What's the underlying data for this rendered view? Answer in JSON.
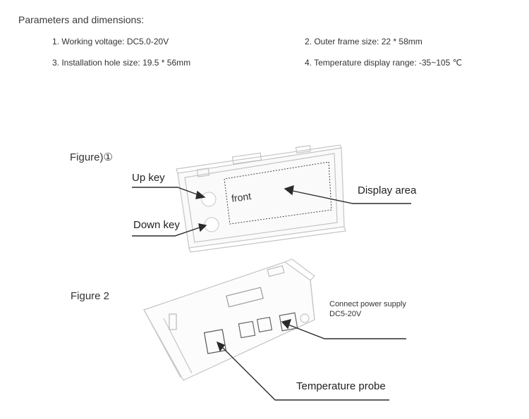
{
  "heading": "Parameters and dimensions:",
  "params": [
    "1. Working voltage: DC5.0-20V",
    "2. Outer frame size: 22 * 58mm",
    "3. Installation hole size: 19.5 * 56mm",
    "4. Temperature display range: -35~105 ℃"
  ],
  "figure1": {
    "label": "Figure)①",
    "front_text": "front",
    "callouts": {
      "up_key": "Up key",
      "down_key": "Down key",
      "display_area": "Display area"
    }
  },
  "figure2": {
    "label": "Figure 2",
    "callouts": {
      "power": "Connect power supply DC5-20V",
      "probe": "Temperature probe"
    }
  },
  "colors": {
    "text": "#2a2a2a",
    "line": "#2b2b2b",
    "device_outline": "#bdbdbd"
  }
}
